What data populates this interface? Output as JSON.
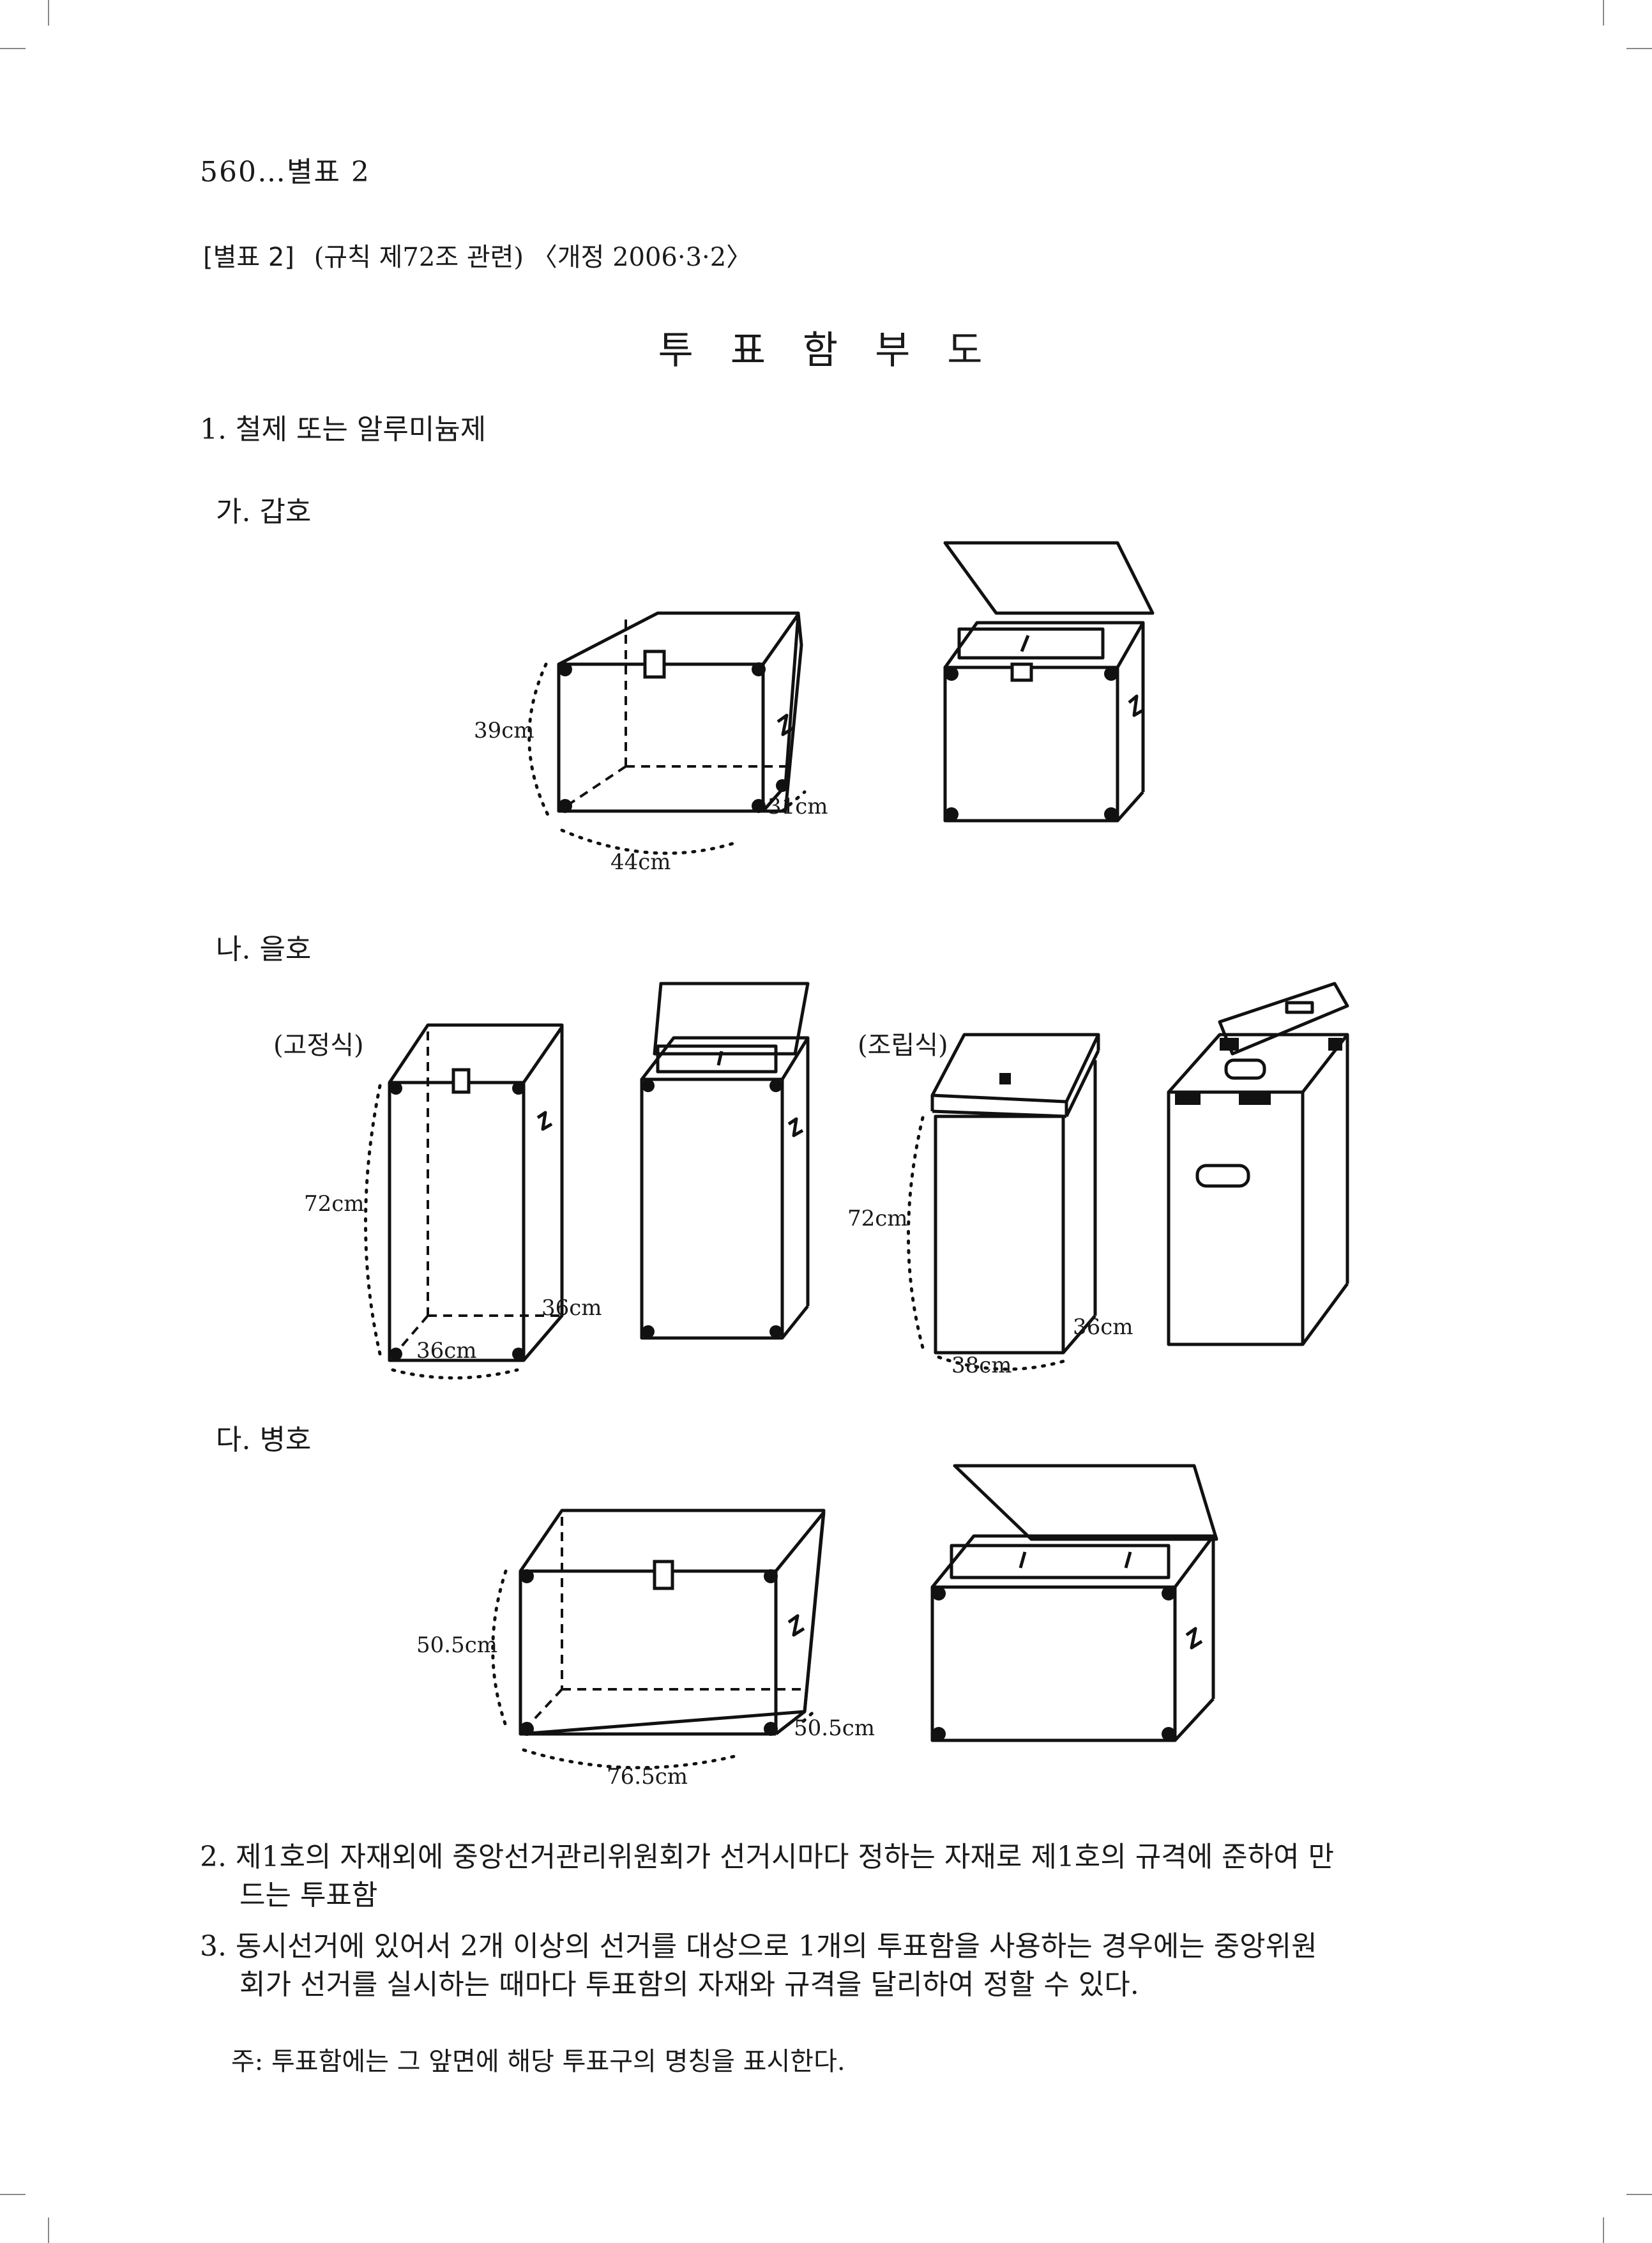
{
  "header": "560…별표 2",
  "annex": {
    "label": "[별표 2]",
    "ref": "(규칙 제72조 관련) 〈개정 2006·3·2〉"
  },
  "title": "투표함부도",
  "section1": {
    "heading": "1. 철제 또는 알루미늄제",
    "ga": {
      "label": "가. 갑호",
      "dims": [
        "39cm",
        "31cm",
        "44cm"
      ]
    },
    "na": {
      "label": "나. 을호",
      "fixed_label": "(고정식)",
      "fixed_dims": [
        "72cm",
        "36cm",
        "36cm"
      ],
      "assembly_label": "(조립식)",
      "assembly_dims": [
        "72cm",
        "36cm",
        "38cm"
      ]
    },
    "da": {
      "label": "다. 병호",
      "dims": [
        "50.5cm",
        "50.5cm",
        "76.5cm"
      ]
    }
  },
  "items": [
    {
      "line1": "2. 제1호의 자재외에 중앙선거관리위원회가 선거시마다 정하는 자재로 제1호의 규격에 준하여 만",
      "line2": "드는 투표함"
    },
    {
      "line1": "3. 동시선거에 있어서 2개 이상의 선거를 대상으로 1개의 투표함을 사용하는 경우에는 중앙위원",
      "line2": "회가 선거를 실시하는 때마다 투표함의 자재와 규격을 달리하여 정할 수 있다."
    }
  ],
  "note": "주: 투표함에는 그 앞면에 해당 투표구의 명칭을 표시한다."
}
